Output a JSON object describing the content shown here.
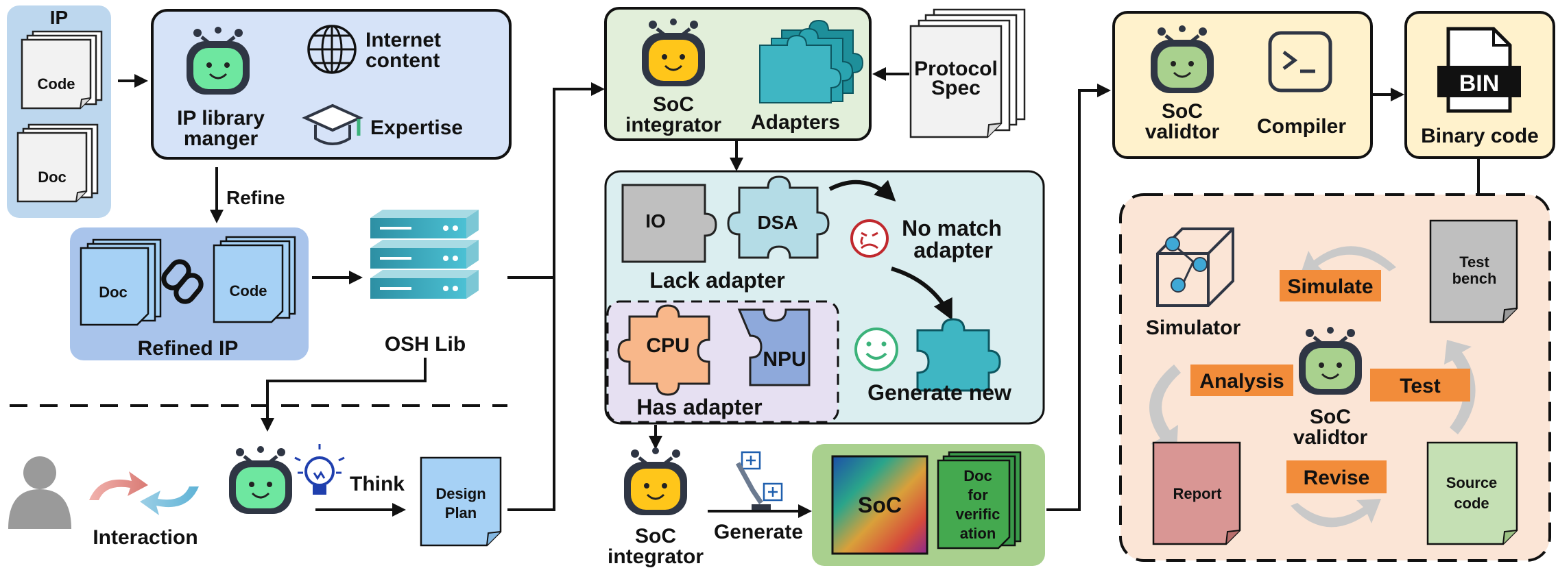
{
  "ip": {
    "title": "IP",
    "code": "Code",
    "doc": "Doc"
  },
  "ip_manager": {
    "line1": "IP library",
    "line2": "manger",
    "internet1": "Internet",
    "internet2": "content",
    "expertise": "Expertise"
  },
  "refine_label": "Refine",
  "refined_ip": {
    "doc": "Doc",
    "code": "Code",
    "title": "Refined IP"
  },
  "osh_lib": "OSH Lib",
  "interaction": "Interaction",
  "think": "Think",
  "design_plan": {
    "line1": "Design",
    "line2": "Plan"
  },
  "soc_integrator_top": {
    "line1": "SoC",
    "line2": "integrator",
    "adapters": "Adapters"
  },
  "protocol_spec": {
    "line1": "Protocol",
    "line2": "Spec"
  },
  "matching": {
    "io": "IO",
    "dsa": "DSA",
    "lack_adapter": "Lack adapter",
    "no_match1": "No match",
    "no_match2": "adapter",
    "cpu": "CPU",
    "npu": "NPU",
    "has_adapter": "Has adapter",
    "generate_new": "Generate new"
  },
  "soc_integrator_bottom": {
    "line1": "SoC",
    "line2": "integrator",
    "generate": "Generate"
  },
  "soc_output": {
    "soc": "SoC",
    "doc1": "Doc",
    "doc2": "for",
    "doc3": "verific",
    "doc4": "ation"
  },
  "validator_top": {
    "line1": "SoC",
    "line2": "validtor",
    "compiler": "Compiler"
  },
  "binary": {
    "label": "Binary code",
    "icon_text": "BIN"
  },
  "loop": {
    "simulator": "Simulator",
    "test_bench1": "Test",
    "test_bench2": "bench",
    "simulate": "Simulate",
    "analysis": "Analysis",
    "test": "Test",
    "validator1": "SoC",
    "validator2": "validtor",
    "report": "Report",
    "revise": "Revise",
    "source1": "Source",
    "source2": "code"
  },
  "colors": {
    "blue_panel": "#d6e3f8",
    "light_blue": "#bdd7ee",
    "refined_panel": "#a9c4eb",
    "green_panel": "#e2efda",
    "teal_panel": "#dbeef0",
    "purple_panel": "#e6e0f2",
    "yellow_panel": "#fff2cc",
    "orange_panel": "#fbe5d6",
    "orange_label": "#f28c3a",
    "green_soc": "#a9d08e",
    "robot_green": "#6ee7a0",
    "robot_yellow": "#ffc61a",
    "robot_pale": "#a9d18e",
    "puzzle_teal": "#3fb6c3",
    "cpu_orange": "#f8b78a",
    "npu_blue": "#8ea9db",
    "io_gray": "#bfbfbf",
    "dsa_blue": "#b4dce6",
    "report_red": "#d99694",
    "source_green": "#c5e0b4",
    "doc_blue": "#a6d1f5"
  }
}
